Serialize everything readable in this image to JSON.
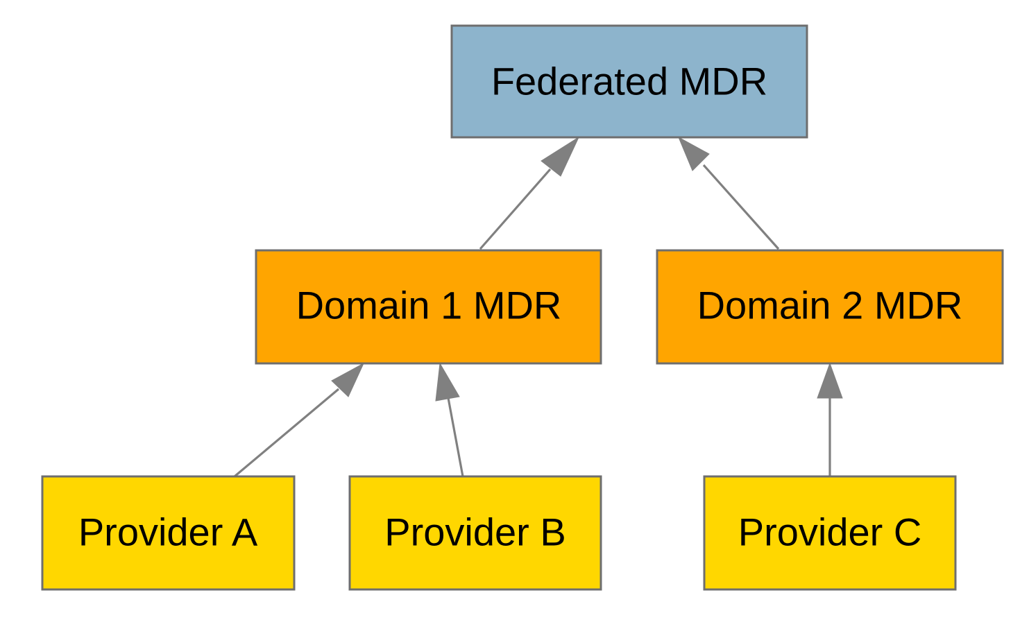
{
  "nodes": {
    "federated": {
      "label": "Federated MDR",
      "color": "#8db4cc"
    },
    "domain1": {
      "label": "Domain 1 MDR",
      "color": "#ffa500"
    },
    "domain2": {
      "label": "Domain 2 MDR",
      "color": "#ffa500"
    },
    "providerA": {
      "label": "Provider A",
      "color": "#ffd700"
    },
    "providerB": {
      "label": "Provider B",
      "color": "#ffd700"
    },
    "providerC": {
      "label": "Provider C",
      "color": "#ffd700"
    }
  },
  "edges": [
    {
      "from": "domain1",
      "to": "federated"
    },
    {
      "from": "domain2",
      "to": "federated"
    },
    {
      "from": "providerA",
      "to": "domain1"
    },
    {
      "from": "providerB",
      "to": "domain1"
    },
    {
      "from": "providerC",
      "to": "domain2"
    }
  ],
  "edge_color": "#808080",
  "border_color": "#6e6e6e"
}
